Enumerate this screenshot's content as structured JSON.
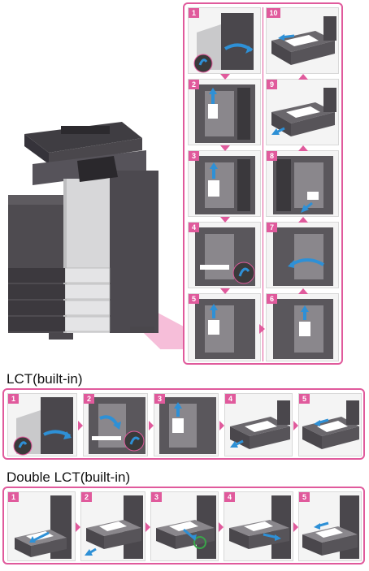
{
  "main_unit": {
    "steps_left": [
      "1",
      "2",
      "3",
      "4",
      "5"
    ],
    "steps_right": [
      "10",
      "9",
      "8",
      "7",
      "6"
    ]
  },
  "lct": {
    "title": "LCT(built-in)",
    "steps": [
      "1",
      "2",
      "3",
      "4",
      "5"
    ]
  },
  "double_lct": {
    "title": "Double LCT(built-in)",
    "steps": [
      "1",
      "2",
      "3",
      "4",
      "5"
    ]
  },
  "colors": {
    "accent": "#e05a9c",
    "machine_dark": "#4a474c",
    "arrow": "#2e90d6"
  }
}
